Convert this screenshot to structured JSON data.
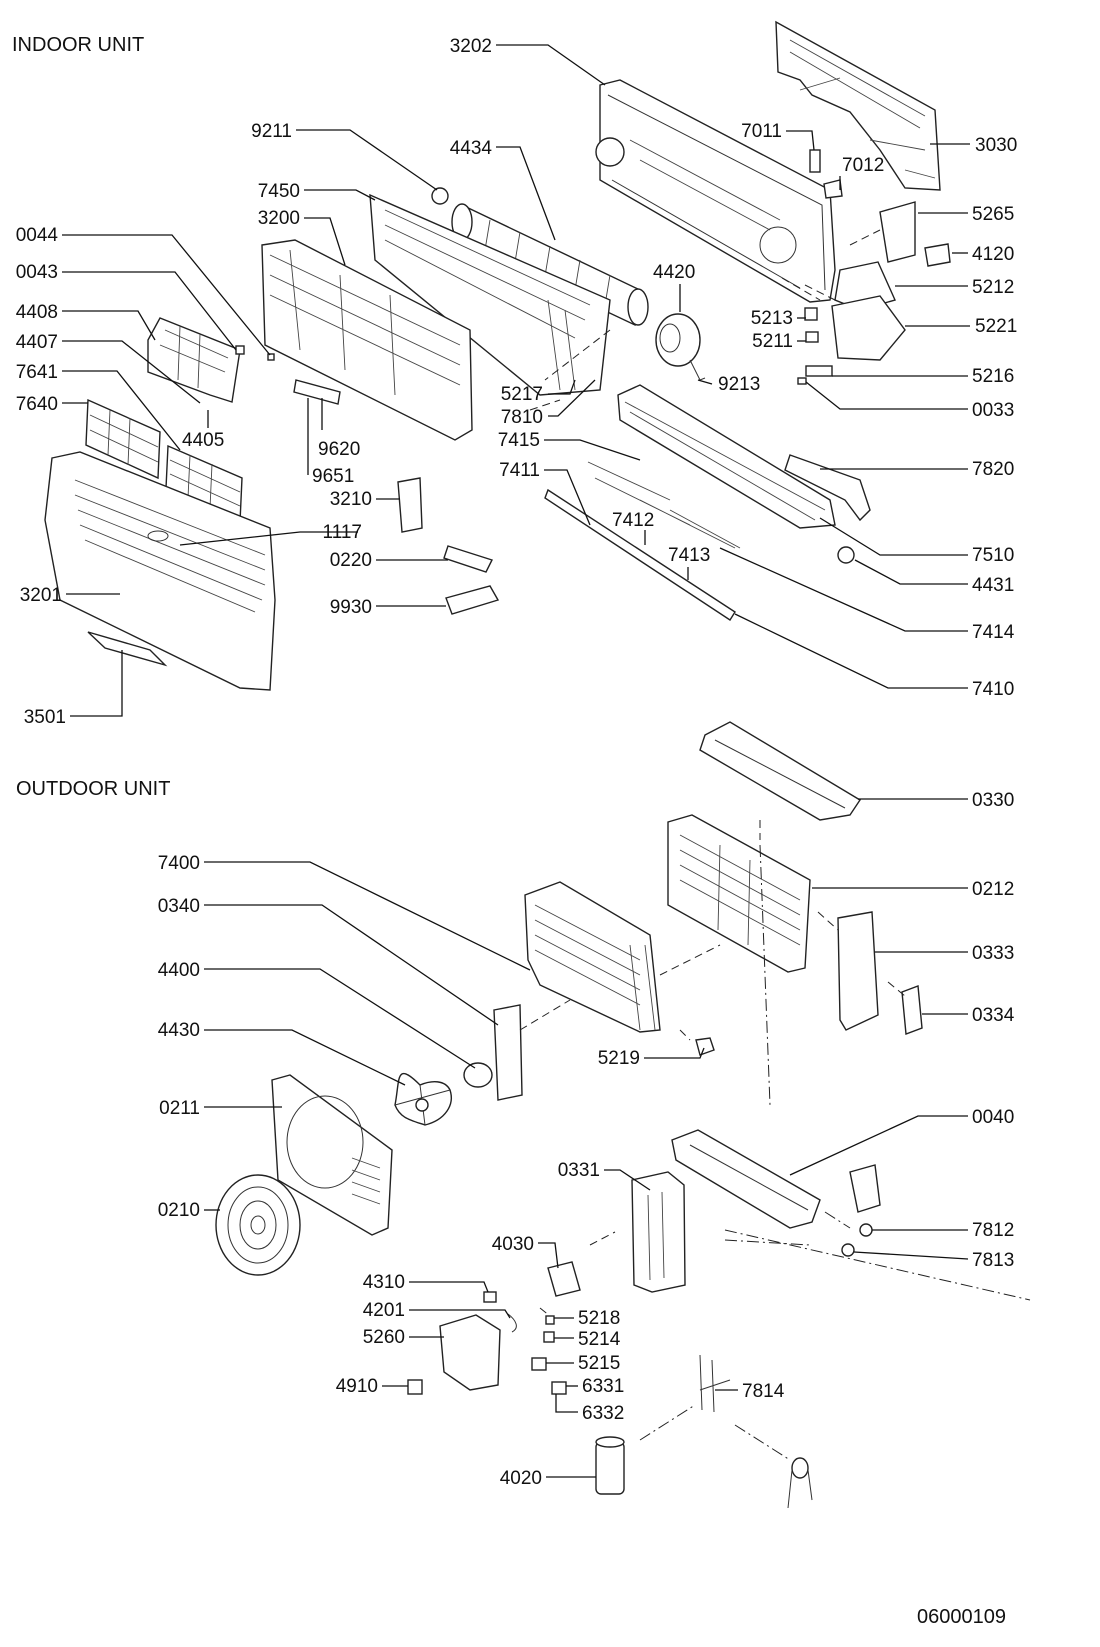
{
  "sections": {
    "indoor": "INDOOR UNIT",
    "outdoor": "OUTDOOR UNIT"
  },
  "drawing_number": "06000109",
  "parts": {
    "p3202": "3202",
    "p9211": "9211",
    "p4434": "4434",
    "p7011": "7011",
    "p3030": "3030",
    "p7012": "7012",
    "p7450": "7450",
    "p3200": "3200",
    "p5265": "5265",
    "p0044": "0044",
    "p4120": "4120",
    "p0043": "0043",
    "p4420": "4420",
    "p5212": "5212",
    "p4408": "4408",
    "p5213": "5213",
    "p5221": "5221",
    "p4407": "4407",
    "p5211": "5211",
    "p7641": "7641",
    "p5216": "5216",
    "p9213": "9213",
    "p7640": "7640",
    "p5217": "5217",
    "p0033": "0033",
    "p7810": "7810",
    "p4405": "4405",
    "p9620": "9620",
    "p7415": "7415",
    "p9651": "9651",
    "p7820": "7820",
    "p7411": "7411",
    "p3210": "3210",
    "p7412": "7412",
    "p1117": "1117",
    "p7413": "7413",
    "p7510": "7510",
    "p0220": "0220",
    "p3201": "3201",
    "p4431": "4431",
    "p9930": "9930",
    "p7414": "7414",
    "p7410": "7410",
    "p3501": "3501",
    "p0330": "0330",
    "p7400": "7400",
    "p0212": "0212",
    "p0340": "0340",
    "p0333": "0333",
    "p4400": "4400",
    "p0334": "0334",
    "p4430": "4430",
    "p5219": "5219",
    "p0211": "0211",
    "p0040": "0040",
    "p0331": "0331",
    "p0210": "0210",
    "p7812": "7812",
    "p4030": "4030",
    "p7813": "7813",
    "p4310": "4310",
    "p5218": "5218",
    "p4201": "4201",
    "p5214": "5214",
    "p5260": "5260",
    "p5215": "5215",
    "p6331": "6331",
    "p4910": "4910",
    "p7814": "7814",
    "p6332": "6332",
    "p4020": "4020"
  }
}
